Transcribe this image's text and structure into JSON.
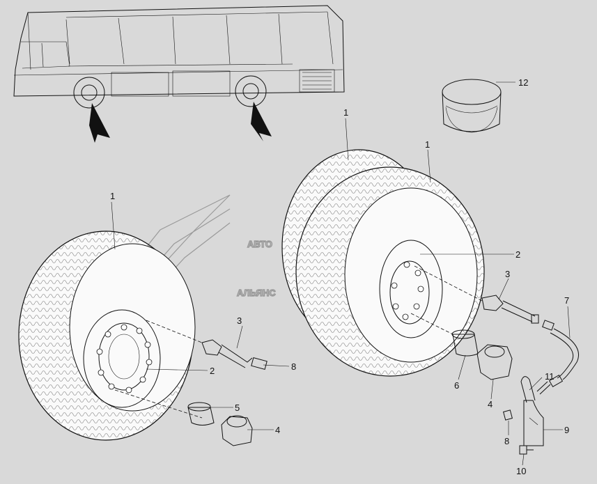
{
  "watermark": {
    "line1": "АВТО",
    "line2": "АЛЬЯНС"
  },
  "callouts": [
    {
      "id": "c-12a",
      "text": "12"
    },
    {
      "id": "c-1a",
      "text": "1"
    },
    {
      "id": "c-1b",
      "text": "1"
    },
    {
      "id": "c-1c",
      "text": "1"
    },
    {
      "id": "c-2a",
      "text": "2"
    },
    {
      "id": "c-2b",
      "text": "2"
    },
    {
      "id": "c-3a",
      "text": "3"
    },
    {
      "id": "c-3b",
      "text": "3"
    },
    {
      "id": "c-7",
      "text": "7"
    },
    {
      "id": "c-8a",
      "text": "8"
    },
    {
      "id": "c-8b",
      "text": "8"
    },
    {
      "id": "c-5",
      "text": "5"
    },
    {
      "id": "c-4a",
      "text": "4"
    },
    {
      "id": "c-4b",
      "text": "4"
    },
    {
      "id": "c-6",
      "text": "6"
    },
    {
      "id": "c-11",
      "text": "11"
    },
    {
      "id": "c-9",
      "text": "9"
    },
    {
      "id": "c-10",
      "text": "10"
    }
  ]
}
